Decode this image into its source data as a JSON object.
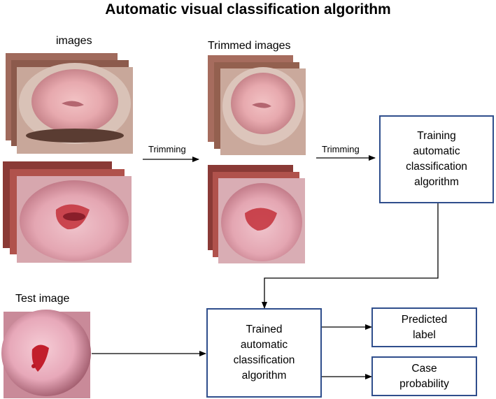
{
  "title": "Automatic visual classification algorithm",
  "labels": {
    "images": "images",
    "trimmed_images": "Trimmed images",
    "test_image": "Test image",
    "trimming_1": "Trimming",
    "trimming_2": "Trimming"
  },
  "boxes": {
    "training": "Training\nautomatic\nclassification\nalgorithm",
    "trained": "Trained\nautomatic\nclassification\nalgorithm",
    "predicted": "Predicted\nlabel",
    "probability": "Case\nprobability"
  },
  "colors": {
    "box_border": "#2f4e8c",
    "arrow": "#000000"
  }
}
